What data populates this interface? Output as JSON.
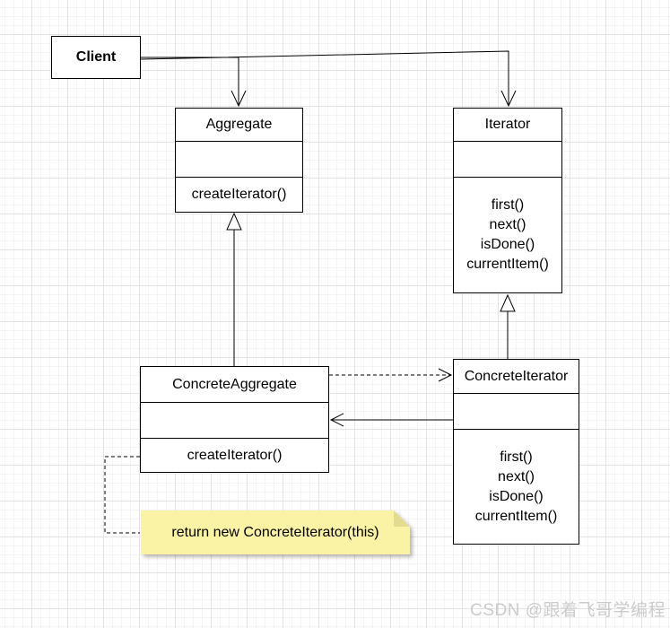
{
  "diagram": {
    "client": {
      "label": "Client"
    },
    "classes": {
      "aggregate": {
        "title": "Aggregate",
        "methods": [
          "createIterator()"
        ]
      },
      "iterator": {
        "title": "Iterator",
        "methods": [
          "first()",
          "next()",
          "isDone()",
          "currentItem()"
        ]
      },
      "concrete_aggregate": {
        "title": "ConcreteAggregate",
        "methods": [
          "createIterator()"
        ]
      },
      "concrete_iterator": {
        "title": "ConcreteIterator",
        "methods": [
          "first()",
          "next()",
          "isDone()",
          "currentItem()"
        ]
      }
    },
    "note": {
      "text": "return new ConcreteIterator(this)",
      "fill": "#faf3a5",
      "fold": "#e3db8f"
    },
    "relationships": [
      {
        "from": "Client",
        "to": "Aggregate",
        "type": "association-arrow"
      },
      {
        "from": "Client",
        "to": "Iterator",
        "type": "association-arrow"
      },
      {
        "from": "ConcreteAggregate",
        "to": "Aggregate",
        "type": "generalization-hollow-triangle"
      },
      {
        "from": "ConcreteIterator",
        "to": "Iterator",
        "type": "generalization-hollow-triangle"
      },
      {
        "from": "ConcreteAggregate",
        "to": "ConcreteIterator",
        "type": "dashed-dependency-arrow"
      },
      {
        "from": "ConcreteIterator",
        "to": "ConcreteAggregate",
        "type": "association-arrow"
      },
      {
        "from": "ConcreteAggregate.createIterator()",
        "to": "note",
        "type": "dashed-note-link"
      }
    ],
    "colors": {
      "line": "#000000",
      "box_fill": "#ffffff",
      "box_border": "#000000"
    }
  },
  "watermark": {
    "text": "CSDN @跟着飞哥学编程",
    "color": "#cbcbcb"
  }
}
